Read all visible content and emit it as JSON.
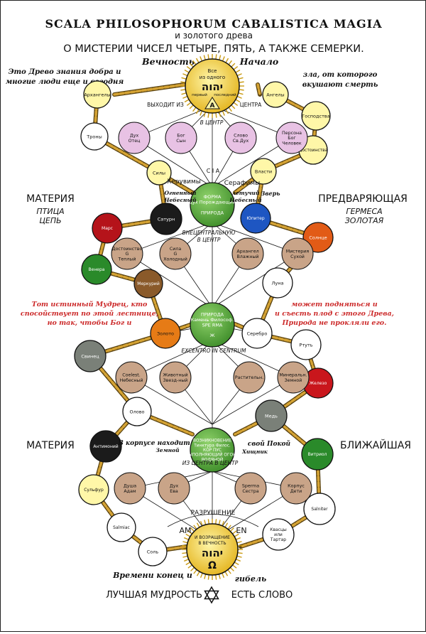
{
  "title": "SCALA PHILOSOPHORUM CABALISTICA MAGIA",
  "subtitle1": "и золотого древа",
  "subtitle2": "О МИСТЕРИИ ЧИСЕЛ ЧЕТЫРЕ, ПЯТЬ, А ТАКЖЕ СЕМЕРКИ.",
  "top_left_label": "Вечность",
  "top_right_label": "Начало",
  "quote_tl": [
    "Это Древо знания добра и",
    "многие люди еще и сегодня"
  ],
  "quote_tr": [
    "зла, от которого",
    "вкушают смерть"
  ],
  "quote_ml": [
    "Тот истинный Мудрец, кто",
    "спосойствует по этой лестнице,",
    "но так, чтобы Бог и"
  ],
  "quote_mr": [
    "может подняться и",
    "и съесть плод с этого Древа,",
    "Природа не прокляли его."
  ],
  "side_left_1": "МАТЕРИЯ",
  "side_left_1_sub": [
    "ПТИЦА",
    "ЦЕПЬ"
  ],
  "side_right_1": "ПРЕДВАРЯЮЩАЯ",
  "side_right_1_sub": [
    "ГЕРМЕСА",
    "ЗОЛОТАЯ"
  ],
  "side_left_2": "МАТЕРИЯ",
  "side_right_2": "БЛИЖАЙШАЯ",
  "bottom_left": "Времени конец и",
  "bottom_right": "гибель",
  "footer_left": "ЛУЧШАЯ МУДРОСТЬ",
  "footer_right": "ЕСТЬ СЛОВО",
  "top_seal": {
    "line1": "Все",
    "line2": "из одного",
    "left": "первый",
    "right": "последний",
    "letter": "А"
  },
  "bottom_seal": {
    "line1": "И ВОЗРАЩЕНИЕ",
    "line2": "В ВЕЧНОСТЬ"
  },
  "top_band": {
    "left": "ВЫХОДИТ ИЗ",
    "right": "ЦЕНТРА",
    "center": "В ЦЕНТР"
  },
  "cherubim": "Херувимы",
  "seraphim": "Серафимы",
  "cia": "C  I  A",
  "spirit_left": [
    "Огненный",
    "Небесный"
  ],
  "spirit_right": [
    "летучий",
    "Небесный"
  ],
  "beast": "Зверь",
  "forma": [
    "ФОРМА",
    "Дух Порождающий",
    "ПРИРОДА"
  ],
  "forma_sub": "ВНЕЦЕНТРАЛЬНУЮ",
  "forma_sub2": "В ЦЕНТР",
  "natura": [
    "ПРИРОДА",
    "Камень Философ.",
    "SPE",
    "RMA",
    "Ж"
  ],
  "natura_sub": "EXCENTRO IN CENTRUM",
  "vozn": [
    "ВОЗНИКНОВЕНИЕ",
    "Тинктура Филос.",
    "КОР",
    "ПУС",
    "ВЫПОЛНЯЮЩИЙ ОГОНЬ",
    "ВОДЯНОЙ"
  ],
  "vozn_sub": "ИЗ ЦЕНТРА В ЦЕНТР",
  "earthly_left": "Земной",
  "earthly_right": "Хищник",
  "text_l2a": "В корпусе находит",
  "text_r2a": "свой Покой",
  "razrushenie": "РАЗРУШЕНИЕ",
  "amen_l": "AM",
  "amen_r": "EN",
  "nodes": {
    "left_chain": [
      "Архангелы",
      "Троны",
      "Силы"
    ],
    "right_chain": [
      "Ангелы",
      "Господства",
      "Достоинства",
      "Власти"
    ],
    "planets_left": [
      "Марс",
      "Сатурн",
      "Венера",
      "Меркурий",
      "Золото"
    ],
    "planets_right": [
      "Юпитер",
      "Солнце",
      "Луна",
      "Серебро",
      "Ртуть",
      "Железо"
    ],
    "metals_left": [
      "Свинец",
      "Олово",
      "Антимоний",
      "Сульфур",
      "Salmiac",
      "Соль"
    ],
    "metals_right": [
      "Медь",
      "Витриол",
      "Salniter",
      "Квасцы или Тартар"
    ],
    "row1": [
      "Дух Отец",
      "Бог Сын",
      "Слово Св.Дух",
      "Персона Бог Человек"
    ],
    "row2": [
      "Достоинство G Теплый",
      "Сила G Холодный",
      "Архангел Влажный",
      "Мистерия Сухой"
    ],
    "row3": [
      "Coelest. Небесный",
      "Животный Звезд-ный",
      "Растительн.",
      "Минеральн. Земной"
    ],
    "row4": [
      "Душа Адам",
      "Дух Ева",
      "Sperma Сестра",
      "Корпус Дети"
    ]
  }
}
